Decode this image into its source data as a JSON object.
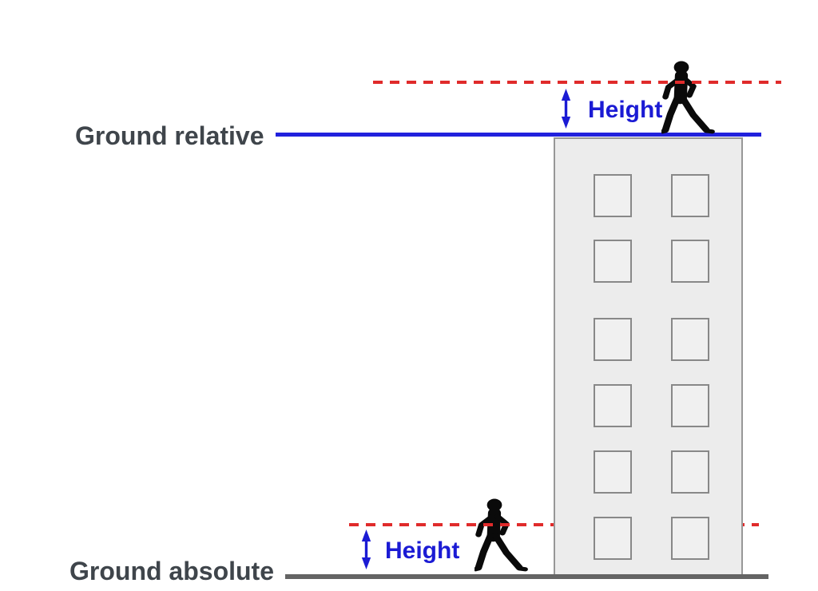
{
  "figure": {
    "type": "diagram",
    "description": "Height measured from relative ground (building roof) versus absolute ground"
  },
  "labels": {
    "ground_relative": "Ground relative",
    "ground_absolute": "Ground absolute",
    "height_upper": "Height",
    "height_lower": "Height"
  },
  "colors": {
    "accent_blue": "#1b1bd4",
    "line_blue": "#2121dd",
    "dash_red": "#e02b2b",
    "label_gray": "#3f454b",
    "ground_gray": "#646464",
    "building_fill": "#ececec",
    "building_border": "#979797",
    "window_fill": "#f0f0f0",
    "window_border": "#888888",
    "figure_black": "#0a0a0a"
  },
  "building": {
    "window_rows": 6,
    "window_columns": 2
  },
  "icons": {
    "upper_person": "walking-person-icon",
    "lower_person": "walking-person-icon",
    "upper_arrow": "double-vertical-arrow-icon",
    "lower_arrow": "double-vertical-arrow-icon"
  }
}
